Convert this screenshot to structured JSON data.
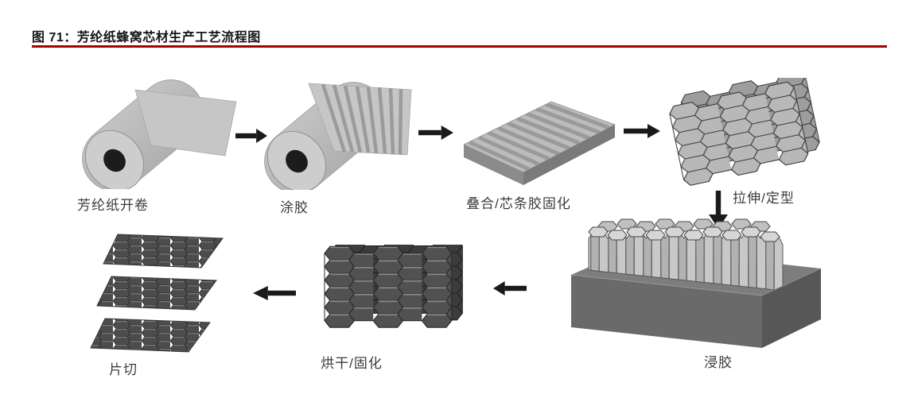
{
  "figure": {
    "title": "图 71：芳纶纸蜂窝芯材生产工艺流程图",
    "accent_color": "#a40000",
    "background": "#ffffff",
    "arrow_color": "#1a1a1a"
  },
  "flow": {
    "steps": [
      {
        "label": "芳纶纸开卷",
        "graphic": "paper-roll-unwinding"
      },
      {
        "label": "涂胶",
        "graphic": "paper-roll-glue-striped-sheet"
      },
      {
        "label": "叠合/芯条胶固化",
        "graphic": "stacked-striped-slab"
      },
      {
        "label": "拉伸/定型",
        "graphic": "expanded-honeycomb-block"
      },
      {
        "label": "浸胶",
        "graphic": "honeycomb-in-dipping-tank"
      },
      {
        "label": "烘干/固化",
        "graphic": "dark-cured-honeycomb-block"
      },
      {
        "label": "片切",
        "graphic": "sliced-honeycomb-sheets"
      }
    ],
    "arrows": [
      {
        "from": "芳纶纸开卷",
        "to": "涂胶",
        "direction": "right"
      },
      {
        "from": "涂胶",
        "to": "叠合/芯条胶固化",
        "direction": "right"
      },
      {
        "from": "叠合/芯条胶固化",
        "to": "拉伸/定型",
        "direction": "right"
      },
      {
        "from": "拉伸/定型",
        "to": "浸胶",
        "direction": "down"
      },
      {
        "from": "浸胶",
        "to": "烘干/固化",
        "direction": "left"
      },
      {
        "from": "烘干/固化",
        "to": "片切",
        "direction": "left"
      }
    ],
    "graphic_colors": {
      "light_gray": "#b8b8b8",
      "paper": "#c6c6c6",
      "dark_honeycomb": "#515151",
      "tank_front": "#6a6a6a",
      "roll_core": "#1c1c1c"
    }
  }
}
